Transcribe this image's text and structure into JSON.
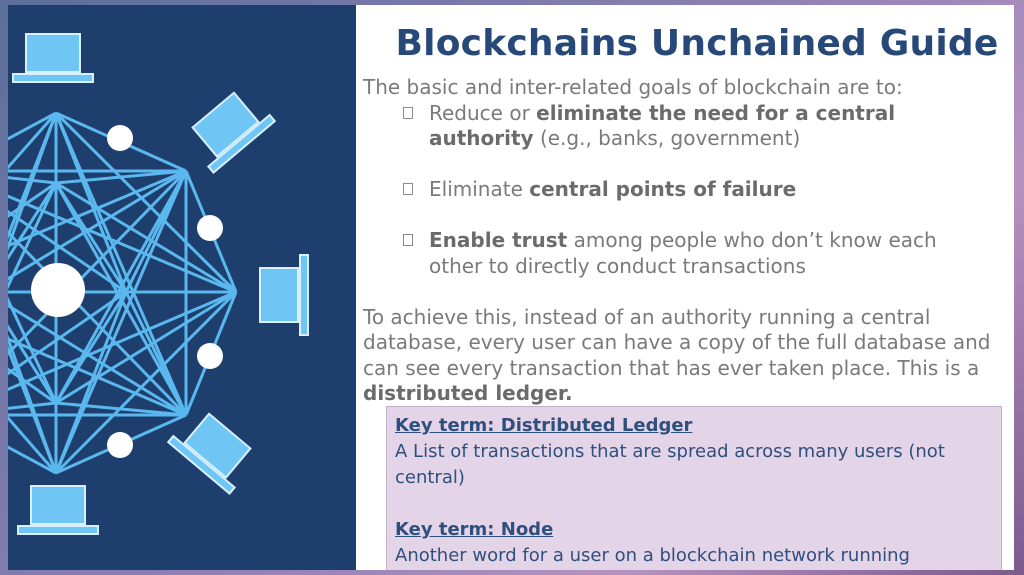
{
  "title": "Blockchains Unchained Guide",
  "intro": "The basic and inter-related goals of blockchain are to:",
  "bullets": [
    {
      "pre": "Reduce or ",
      "bold": "eliminate the need for a central authority",
      "post": " (e.g., banks, government)"
    },
    {
      "pre": "Eliminate ",
      "bold": "central points of failure",
      "post": ""
    },
    {
      "pre": "",
      "bold": "Enable trust",
      "post": " among people who don’t know each other to directly conduct transactions"
    }
  ],
  "closing": {
    "pre": "To achieve this, instead of an authority running a central database, every user can have a copy of the full database and can see every transaction that has ever taken place. This is a ",
    "bold": "distributed ledger."
  },
  "key_terms": [
    {
      "term": "Key term: Distributed Ledger",
      "definition": "A List of transactions that are spread across many users (not central)"
    },
    {
      "term": "Key term: Node",
      "definition": "Another word for a user on a blockchain network running"
    }
  ],
  "colors": {
    "panel": "#1e3f6e",
    "network_line": "#5ab8ee",
    "laptop_screen": "#6fc6f5",
    "title": "#27497a",
    "key_box_bg": "#e3d4e8"
  },
  "icons": [
    "laptop-icon",
    "network-node-icon",
    "bullet-square-icon"
  ]
}
